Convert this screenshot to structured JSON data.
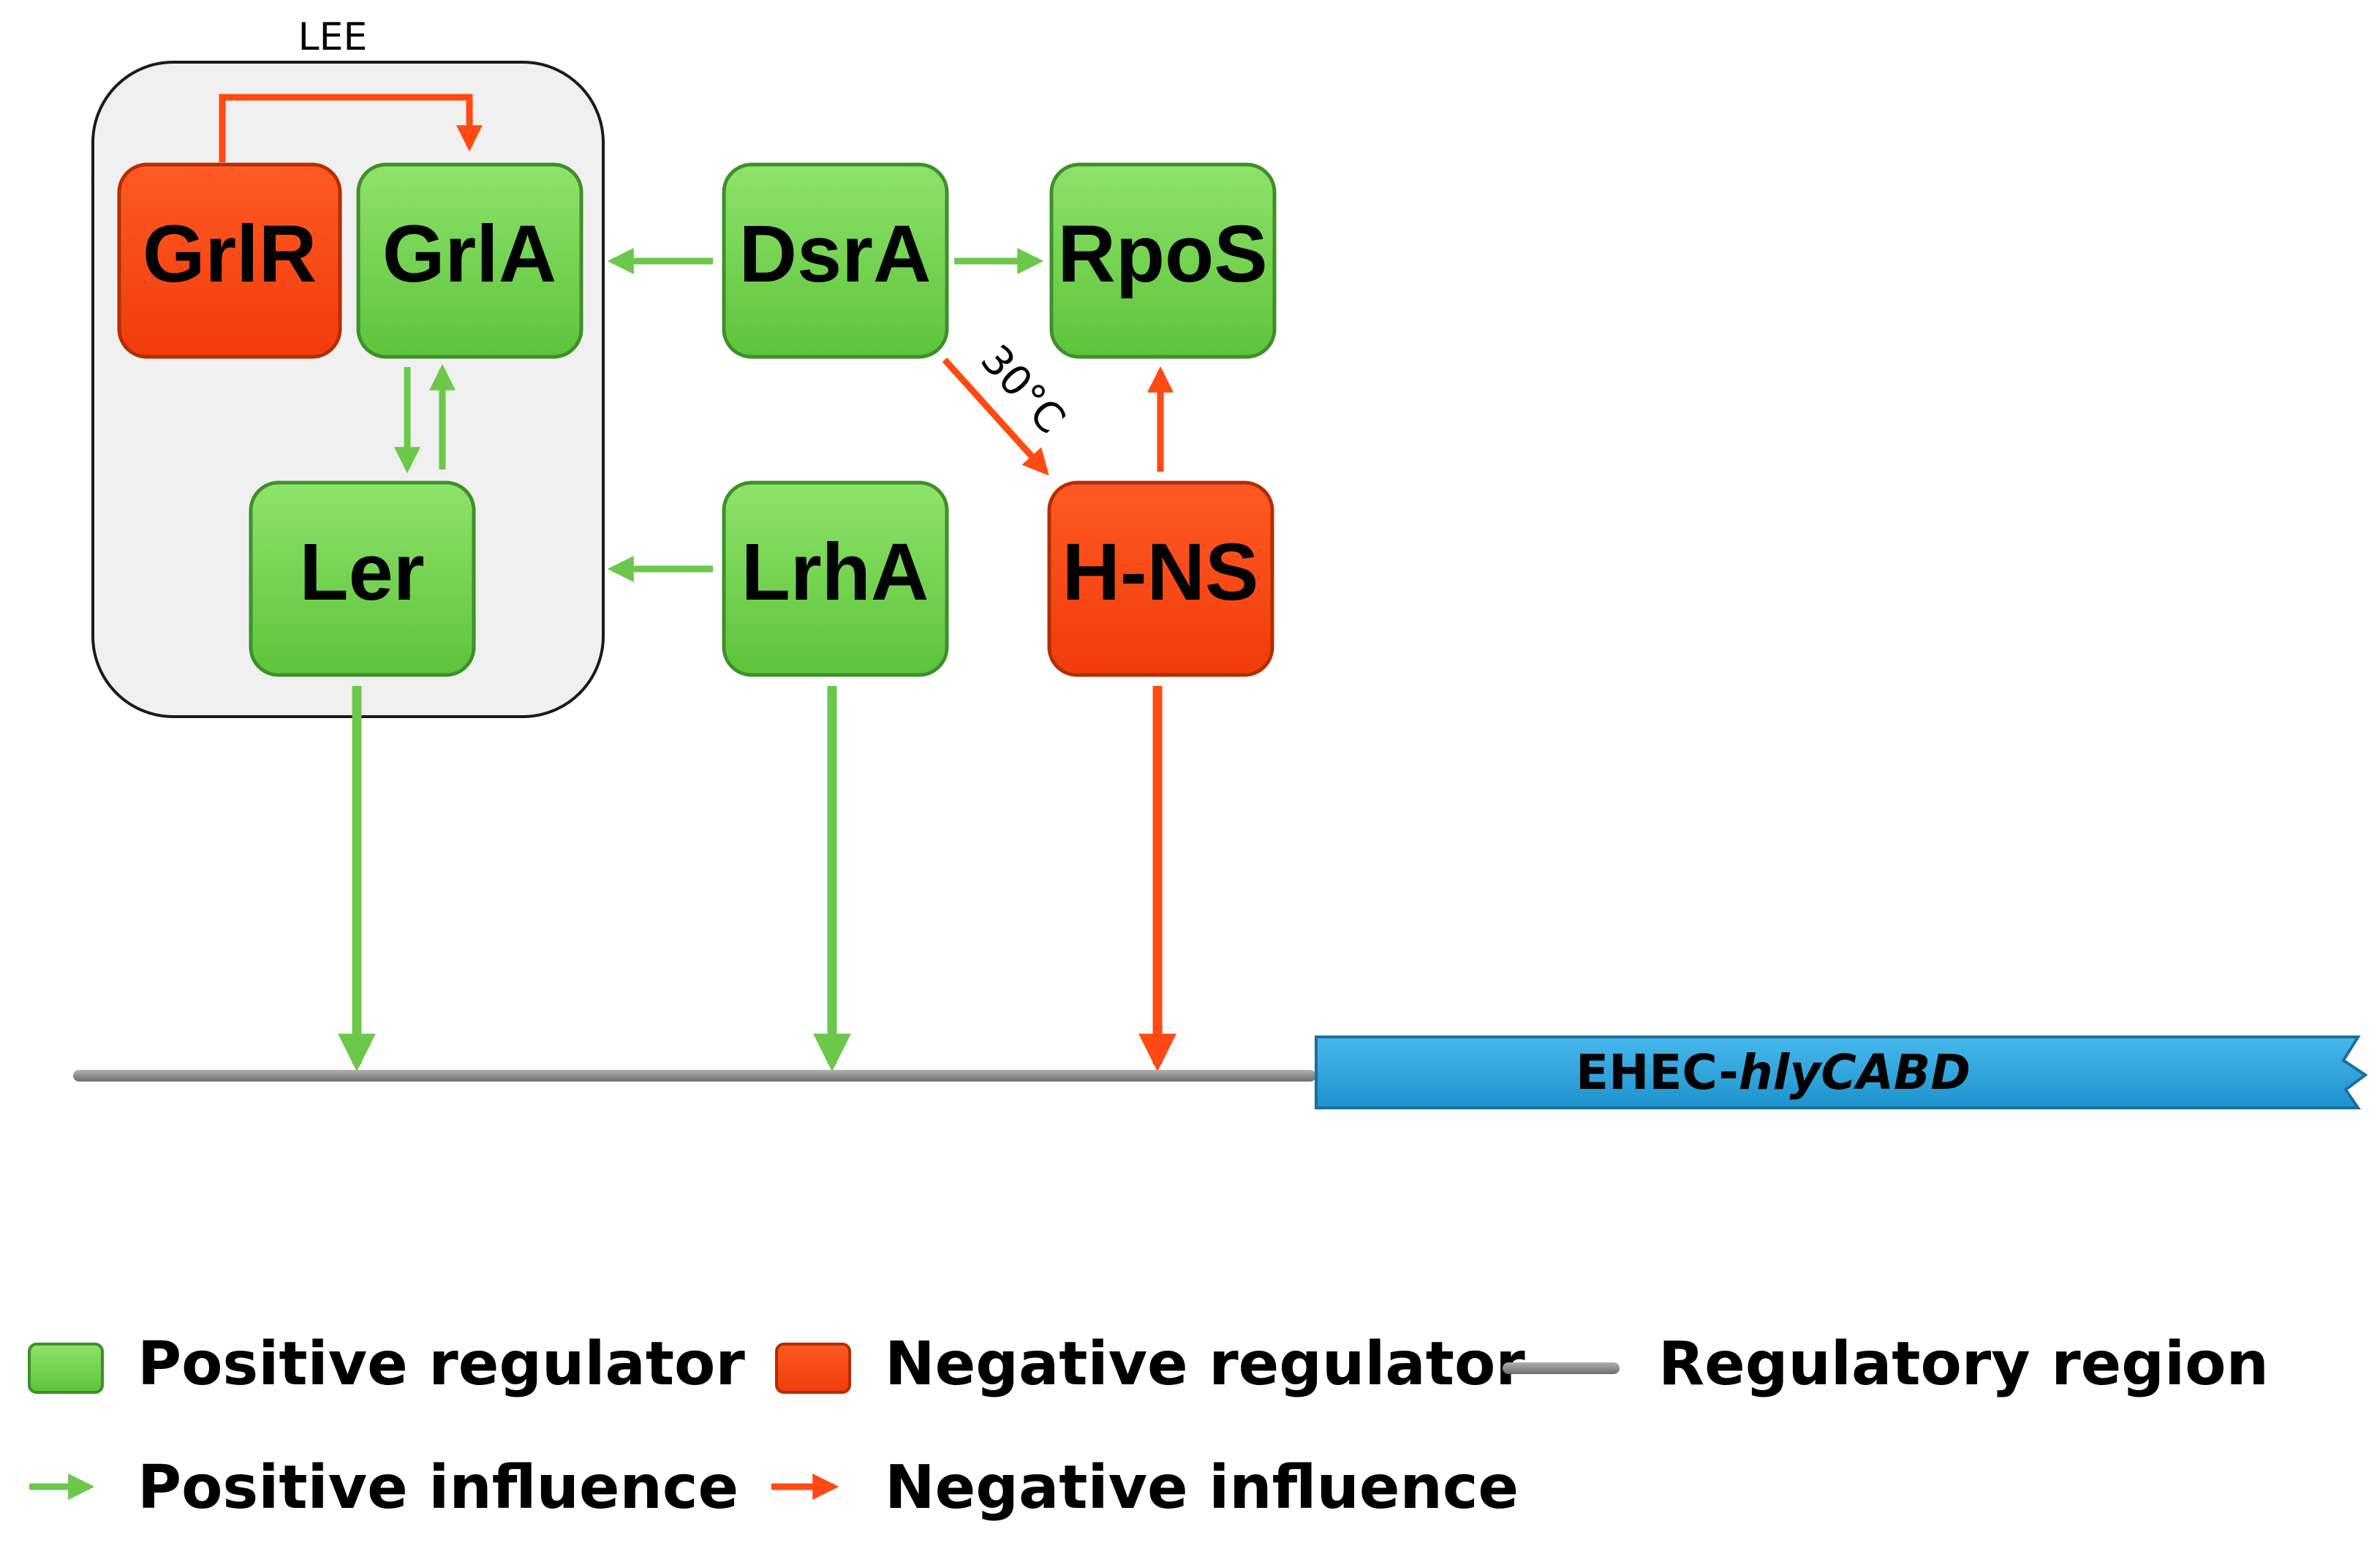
{
  "lee_label": "LEE",
  "nodes": {
    "grlr": {
      "label": "GrlR",
      "type": "negative"
    },
    "grla": {
      "label": "GrlA",
      "type": "positive"
    },
    "dsra": {
      "label": "DsrA",
      "type": "positive"
    },
    "rpos": {
      "label": "RpoS",
      "type": "positive"
    },
    "ler": {
      "label": "Ler",
      "type": "positive"
    },
    "lrha": {
      "label": "LrhA",
      "type": "positive"
    },
    "hns": {
      "label": "H-NS",
      "type": "negative"
    }
  },
  "temperature_label": "30°C",
  "gene": {
    "prefix": "EHEC-",
    "name": "hlyCABD"
  },
  "legend": {
    "positive_regulator": "Positive regulator",
    "negative_regulator": "Negative regulator",
    "regulatory_region": "Regulatory region",
    "positive_influence": "Positive influence",
    "negative_influence": "Negative influence"
  },
  "colors": {
    "positive": "#6fd04a",
    "positive_stroke": "#3f8f2a",
    "negative": "#ff4a14",
    "negative_stroke": "#b32e00",
    "positive_arrow": "#6cc84a",
    "negative_arrow": "#ff4a14",
    "gene": "#29a6e0",
    "regulatory_line": "#8a8a8a"
  }
}
